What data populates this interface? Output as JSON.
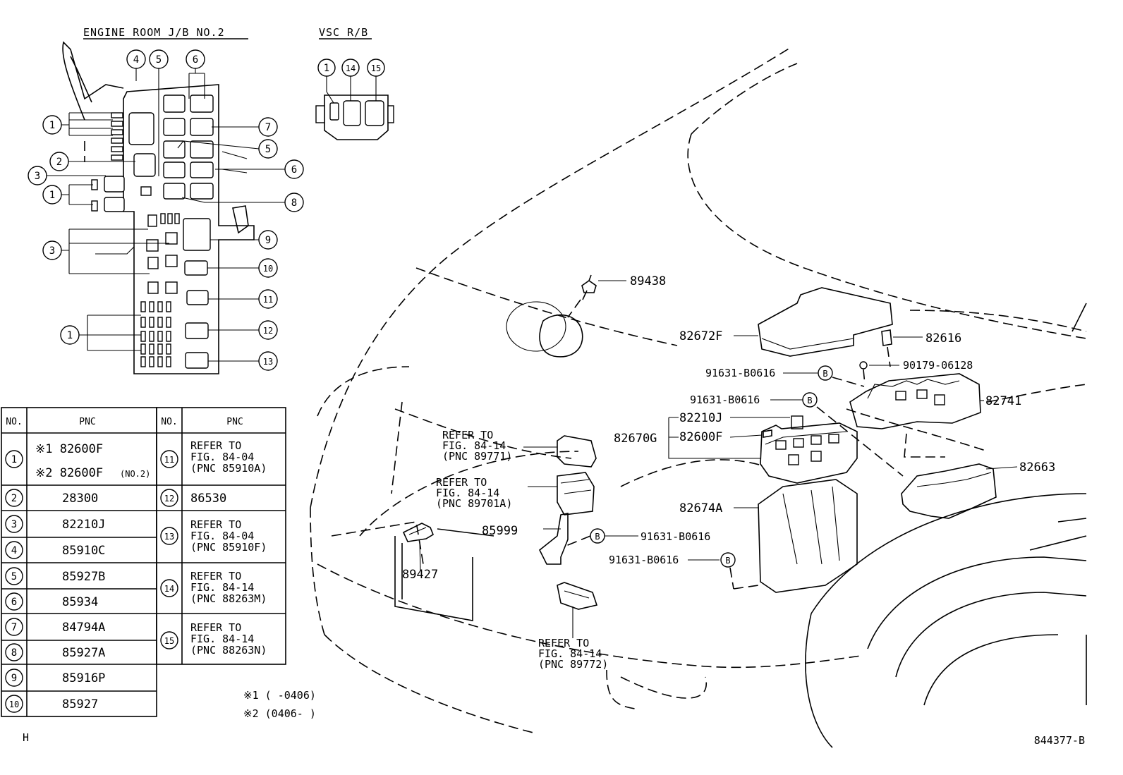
{
  "figure_code": "844377-B",
  "corner_mark": "H",
  "jb_section": {
    "title": "ENGINE ROOM J/B NO.2",
    "callouts": {
      "c1a": "1",
      "c2": "2",
      "c3a": "3",
      "c1b": "1",
      "c3b": "3",
      "c1c": "1",
      "c4": "4",
      "c5": "5",
      "c6": "6",
      "c7": "7",
      "c5b": "5",
      "c6b": "6",
      "c8": "8",
      "c9": "9",
      "c10": "10",
      "c11": "11",
      "c12": "12",
      "c13": "13"
    }
  },
  "vsc_section": {
    "title": "VSC R/B",
    "callouts": {
      "c1": "1",
      "c14": "14",
      "c15": "15"
    }
  },
  "parts_table": {
    "headers": {
      "no": "NO.",
      "pnc": "PNC"
    },
    "left_rows": [
      {
        "no": "1",
        "line1": "※1 82600F",
        "line2": "※2 82600F",
        "line2_suffix": "(NO.2)"
      },
      {
        "no": "2",
        "pnc": "28300"
      },
      {
        "no": "3",
        "pnc": "82210J"
      },
      {
        "no": "4",
        "pnc": "85910C"
      },
      {
        "no": "5",
        "pnc": "85927B"
      },
      {
        "no": "6",
        "pnc": "85934"
      },
      {
        "no": "7",
        "pnc": "84794A"
      },
      {
        "no": "8",
        "pnc": "85927A"
      },
      {
        "no": "9",
        "pnc": "85916P"
      },
      {
        "no": "10",
        "pnc": "85927"
      }
    ],
    "right_rows": [
      {
        "no": "11",
        "l1": "REFER TO",
        "l2": "FIG. 84-04",
        "l3": "(PNC 85910A)"
      },
      {
        "no": "12",
        "l1": "86530"
      },
      {
        "no": "13",
        "l1": "REFER TO",
        "l2": "FIG. 84-04",
        "l3": "(PNC 85910F)"
      },
      {
        "no": "14",
        "l1": "REFER TO",
        "l2": "FIG. 84-14",
        "l3": "(PNC 88263M)"
      },
      {
        "no": "15",
        "l1": "REFER TO",
        "l2": "FIG. 84-14",
        "l3": "(PNC 88263N)"
      }
    ]
  },
  "footnotes": {
    "n1": "※1 (     -0406)",
    "n2": "※2 (0406-     )"
  },
  "part_labels": {
    "p89438": "89438",
    "p82672F": "82672F",
    "p82616": "82616",
    "p90179": "90179-06128",
    "p91631_a": "91631-B0616",
    "p91631_b": "91631-B0616",
    "p82741": "82741",
    "p82210J": "82210J",
    "p82670G": "82670G",
    "p82600F": "82600F",
    "p82663": "82663",
    "p82674A": "82674A",
    "p91631_c": "91631-B0616",
    "p91631_d": "91631-B0616",
    "p85999": "85999",
    "p89427": "89427",
    "ref_a": [
      "REFER TO",
      "FIG. 84-14",
      "(PNC 89771)"
    ],
    "ref_b": [
      "REFER TO",
      "FIG. 84-14",
      "(PNC 89701A)"
    ],
    "ref_c": [
      "REFER TO",
      "FIG. 84-14",
      "(PNC 89772)"
    ],
    "bolt_marker": "B"
  }
}
